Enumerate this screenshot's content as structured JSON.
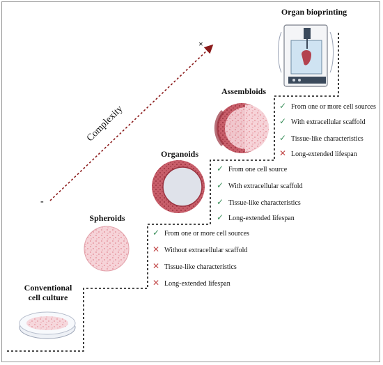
{
  "axis": {
    "label": "Complexity",
    "low_marker": "-",
    "high_marker": "×"
  },
  "stages": [
    {
      "id": "conventional",
      "title_line1": "Conventional",
      "title_line2": "cell culture"
    },
    {
      "id": "spheroids",
      "title": "Spheroids",
      "features": [
        {
          "mark": "check",
          "text": "From one or more cell sources"
        },
        {
          "mark": "cross",
          "text": "Without extracellular scaffold"
        },
        {
          "mark": "cross",
          "text": "Tissue-like characteristics"
        },
        {
          "mark": "cross",
          "text": "Long-extended lifespan"
        }
      ]
    },
    {
      "id": "organoids",
      "title": "Organoids",
      "features": [
        {
          "mark": "check",
          "text": "From one cell source"
        },
        {
          "mark": "check",
          "text": "With extracellular scaffold"
        },
        {
          "mark": "check",
          "text": "Tissue-like characteristics"
        },
        {
          "mark": "check",
          "text": "Long-extended lifespan"
        }
      ]
    },
    {
      "id": "assembloids",
      "title": "Assembloids",
      "features": [
        {
          "mark": "check",
          "text": "From one or more cell sources"
        },
        {
          "mark": "check",
          "text": "With extracellular scaffold"
        },
        {
          "mark": "check",
          "text": "Tissue-like characteristics"
        },
        {
          "mark": "cross",
          "text": "Long-extended lifespan"
        }
      ]
    },
    {
      "id": "bioprinting",
      "title": "Organ bioprinting"
    }
  ],
  "colors": {
    "check": "#3a8f5a",
    "cross": "#c24a4a",
    "arrow": "#8b1a1a",
    "cell_fill": "#f3c9cf",
    "cell_dark": "#c45a66"
  },
  "icons": {
    "check": "✓",
    "cross": "✕"
  }
}
